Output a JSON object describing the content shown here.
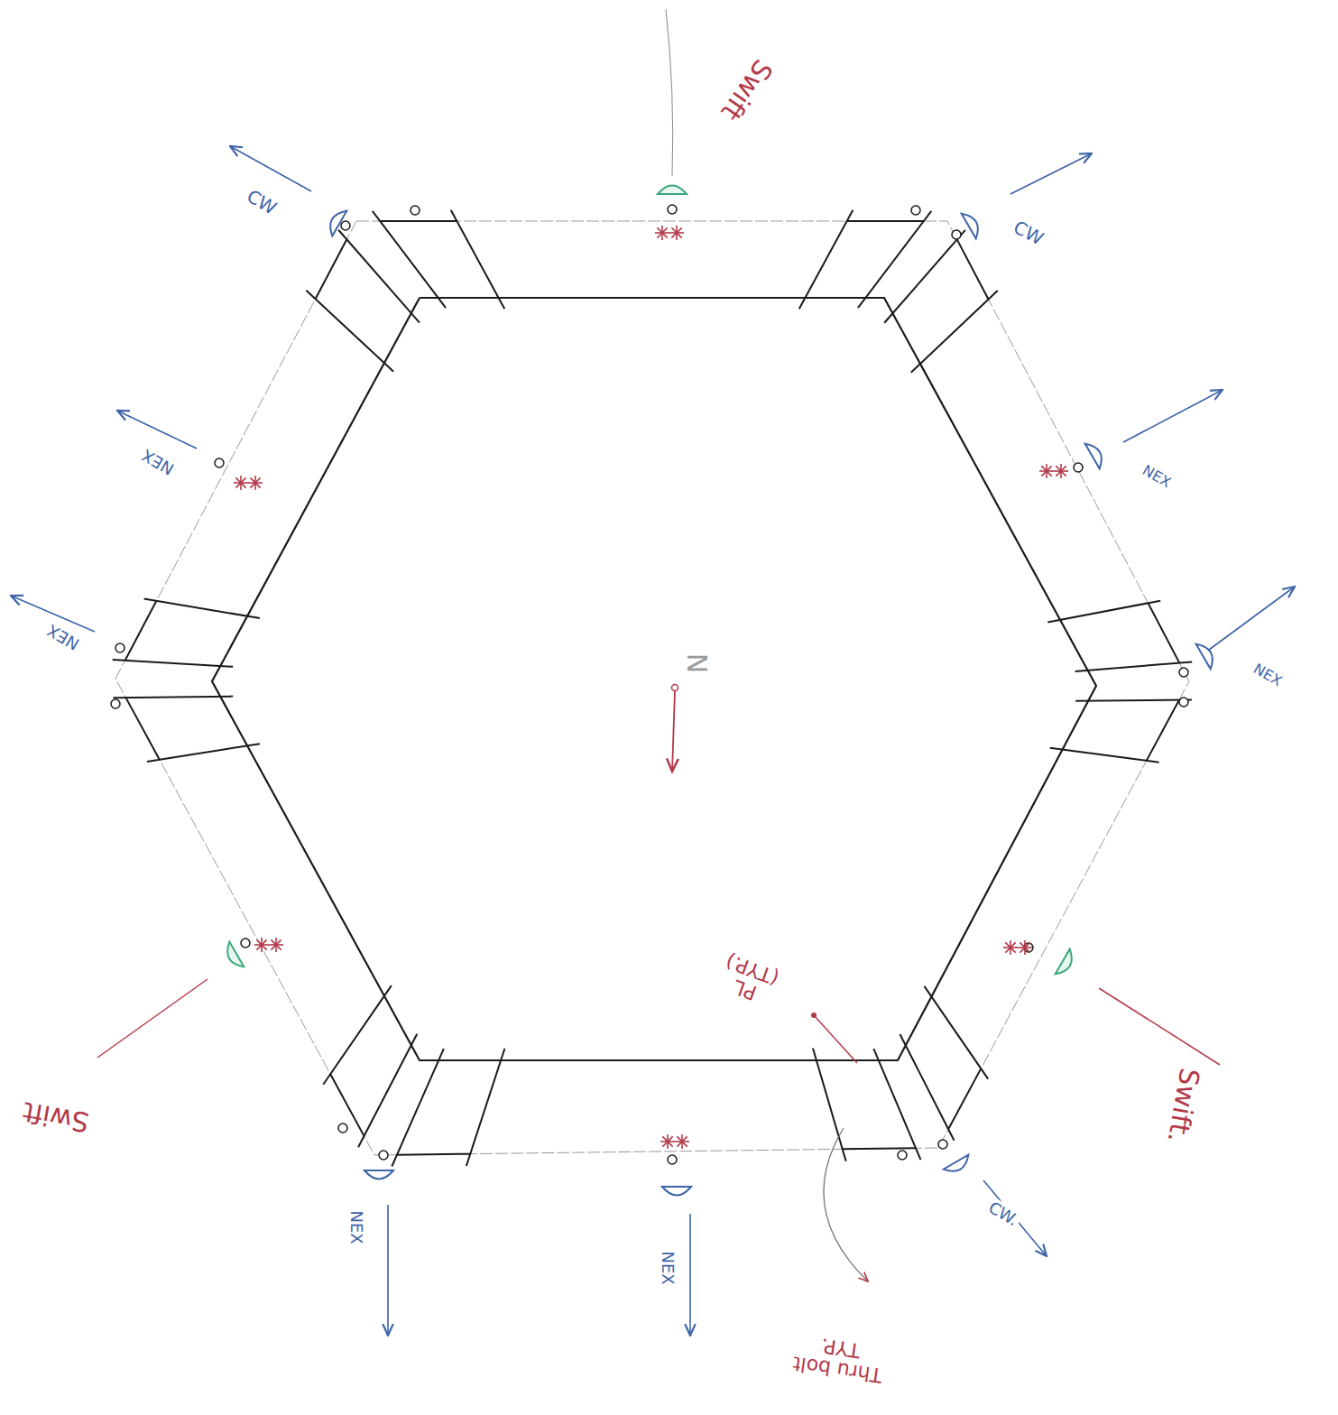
{
  "diagram": {
    "labels": [
      "Swift",
      "CW",
      "CW",
      "NEX",
      "NEX",
      "NEX",
      "NEX",
      "Swift",
      "Swift.",
      "NEX",
      "NEX",
      "CW.",
      "PL (TYP.)",
      "Thru bolt TYP.",
      "N"
    ]
  }
}
